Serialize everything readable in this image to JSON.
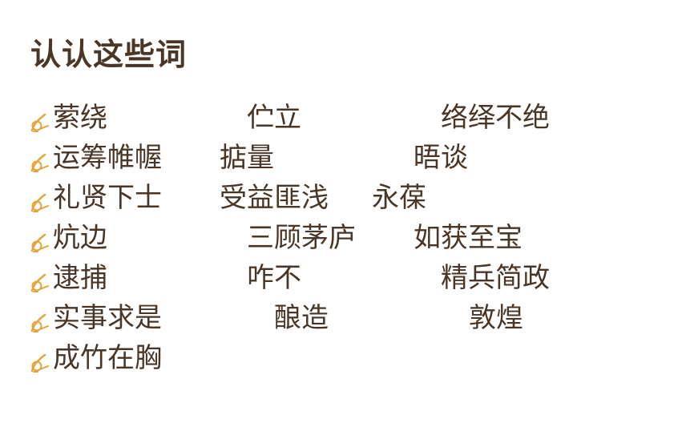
{
  "title": "认认这些词",
  "bullet_icon": "pen-nib-icon",
  "accent_color": "#e8a23a",
  "text_color": "#4a3626",
  "rows": [
    [
      "萦绕",
      "伫立",
      "络绎不绝"
    ],
    [
      "运筹帷幄",
      "掂量",
      "晤谈"
    ],
    [
      "礼贤下士",
      "受益匪浅",
      "永葆"
    ],
    [
      "炕边",
      "三顾茅庐",
      "如获至宝"
    ],
    [
      "逮捕",
      "咋不",
      "精兵简政"
    ],
    [
      "实事求是",
      "酿造",
      "敦煌"
    ],
    [
      "成竹在胸"
    ]
  ]
}
